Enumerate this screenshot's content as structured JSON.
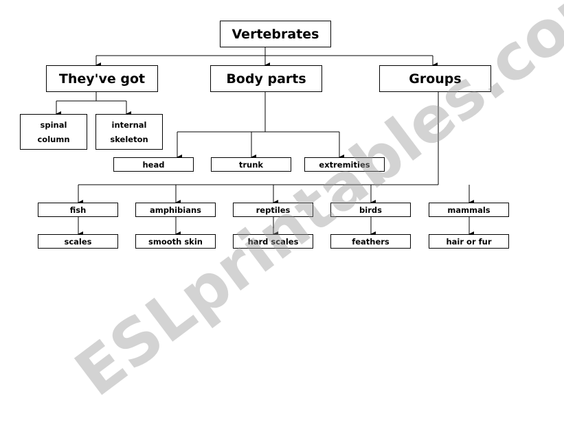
{
  "diagram": {
    "root": "Vertebrates",
    "level1": [
      "They've got",
      "Body parts",
      "Groups"
    ],
    "theyve_got": [
      {
        "line1": "spinal",
        "line2": "column"
      },
      {
        "line1": "internal",
        "line2": "skeleton"
      }
    ],
    "body_parts": [
      "head",
      "trunk",
      "extremities"
    ],
    "groups": [
      {
        "name": "fish",
        "covering": "scales"
      },
      {
        "name": "amphibians",
        "covering": "smooth skin"
      },
      {
        "name": "reptiles",
        "covering": "hard scales"
      },
      {
        "name": "birds",
        "covering": "feathers"
      },
      {
        "name": "mammals",
        "covering": "hair or fur"
      }
    ]
  },
  "watermark": "ESLprintables.com",
  "colors": {
    "line": "#000000",
    "watermark": "#969696"
  }
}
